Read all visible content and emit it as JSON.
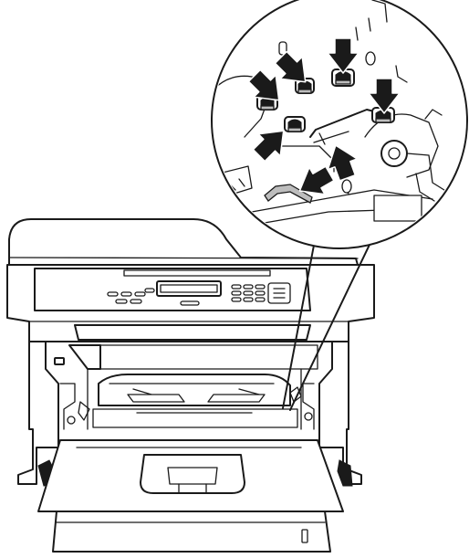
{
  "diagram": {
    "kind": "technical-illustration",
    "subject": "printer",
    "line_color": "#1a1a1a",
    "background_color": "#ffffff",
    "arrow_color": "#1a1a1a",
    "callout_arrow_count": 7
  }
}
